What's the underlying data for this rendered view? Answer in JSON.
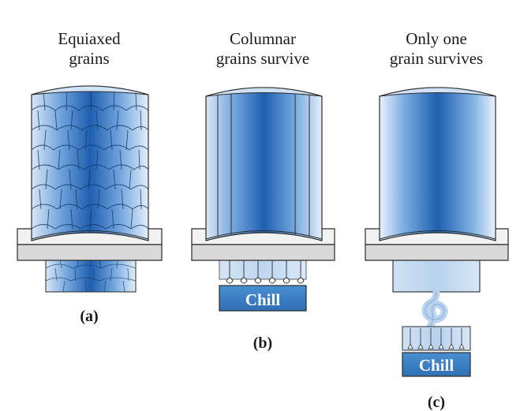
{
  "panels": [
    {
      "id": "a",
      "caption_line1": "Equiaxed",
      "caption_line2": "grains",
      "label": "(a)"
    },
    {
      "id": "b",
      "caption_line1": "Columnar",
      "caption_line2": "grains survive",
      "label": "(b)",
      "chill_label": "Chill"
    },
    {
      "id": "c",
      "caption_line1": "Only one",
      "caption_line2": "grain survives",
      "label": "(c)",
      "chill_label": "Chill"
    }
  ],
  "colors": {
    "casting_dark": "#1f5fb0",
    "casting_light": "#e4eef9",
    "plate_top": "#f2f2f2",
    "plate_front": "#dcdcdc",
    "chill_blue": "#3a7fc4",
    "outline": "#2b2b2b"
  }
}
